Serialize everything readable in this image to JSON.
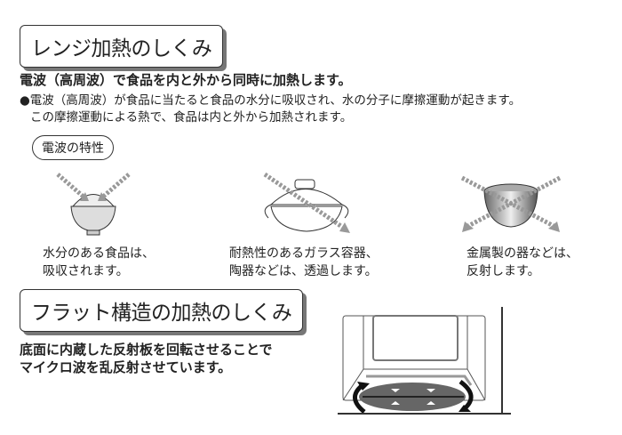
{
  "section1": {
    "title": "レンジ加熱のしくみ",
    "lead": "電波（高周波）で食品を内と外から同時に加熱します。",
    "bullet_line1": "電波（高周波）が食品に当たると食品の水分に吸収され、水の分子に摩擦運動が起きます。",
    "bullet_line2": "この摩擦運動による熱で、食品は内と外から加熱されます。",
    "properties_label": "電波の特性",
    "items": [
      {
        "icon": "rice-bowl-icon",
        "line1": "水分のある食品は、",
        "line2": "吸収されます。"
      },
      {
        "icon": "earthenware-pot-icon",
        "line1": "耐熱性のあるガラス容器、",
        "line2": "陶器などは、透過します。"
      },
      {
        "icon": "metal-bowl-icon",
        "line1": "金属製の器などは、",
        "line2": "反射します。"
      }
    ]
  },
  "section2": {
    "title": "フラット構造の加熱のしくみ",
    "line1": "底面に内蔵した反射板を回転させることで",
    "line2": "マイクロ波を乱反射させています。"
  }
}
